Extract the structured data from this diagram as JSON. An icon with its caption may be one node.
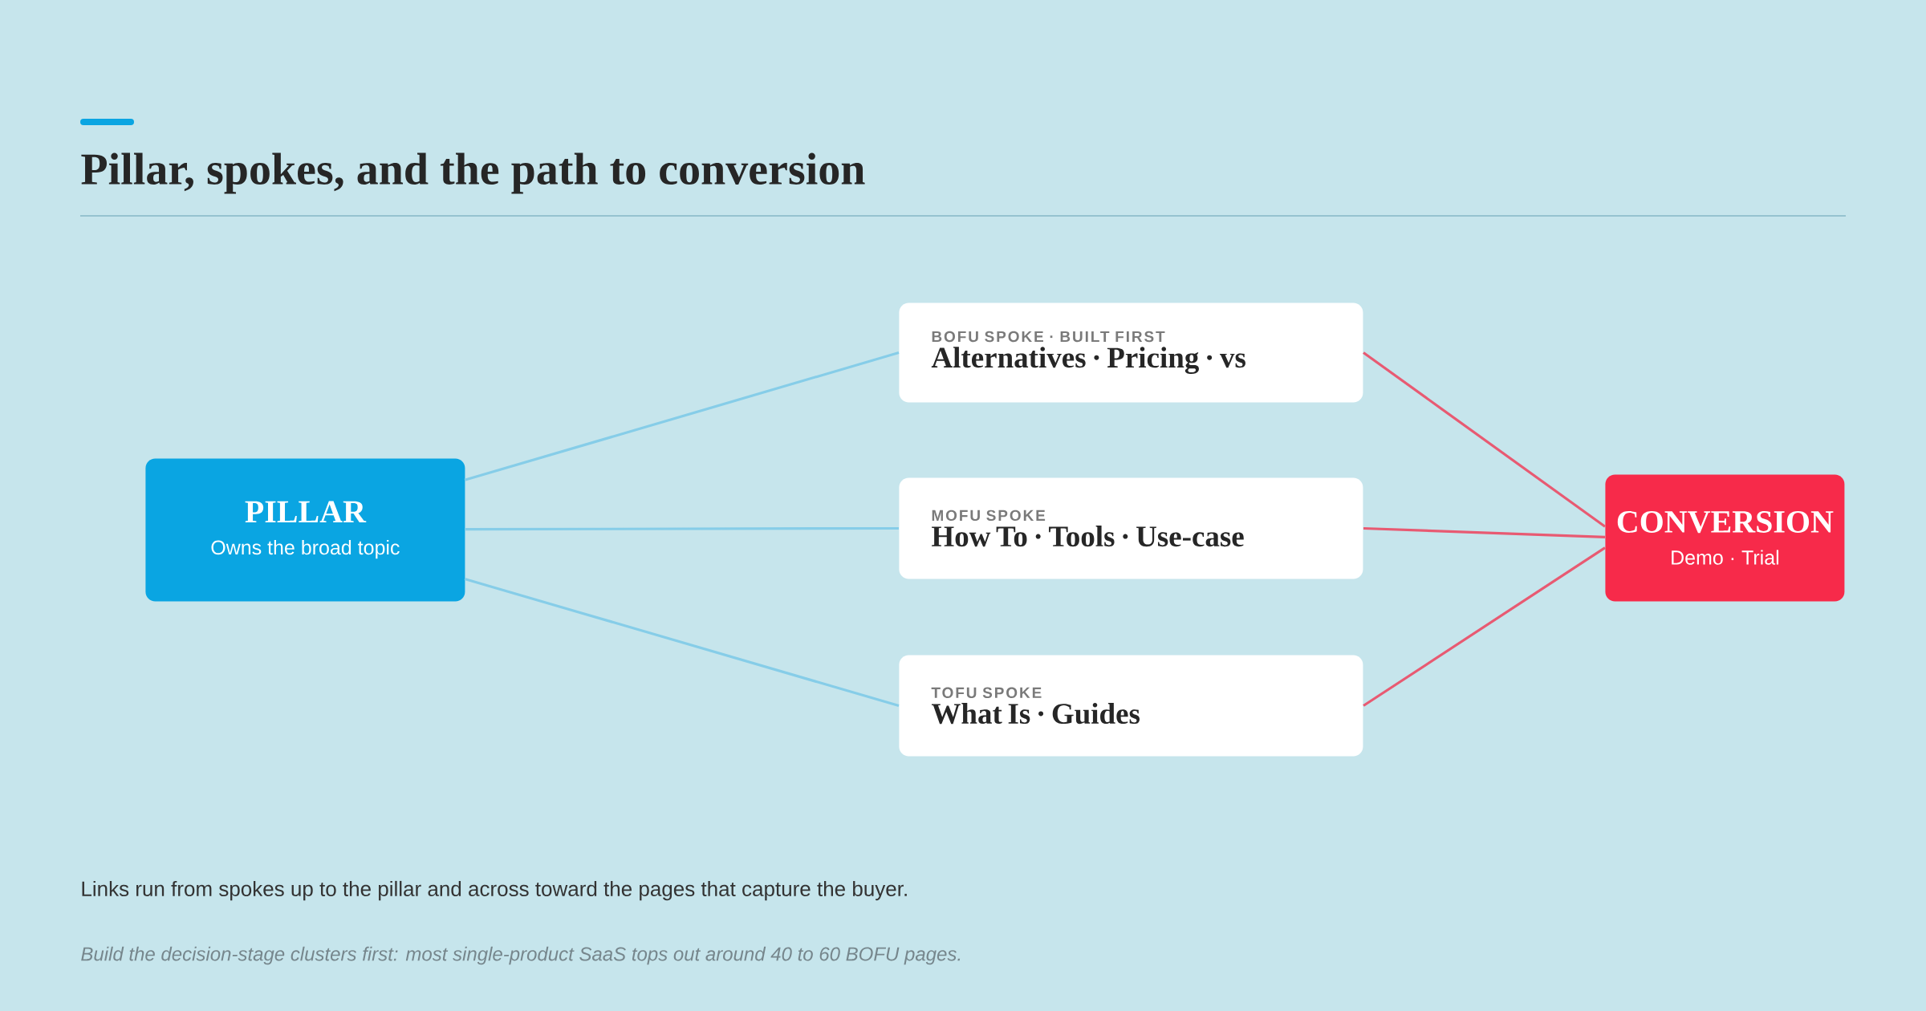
{
  "diagram": {
    "title": "Pillar, spokes, and the path to conversion",
    "nodes": [
      {
        "text": [
          "PILLAR",
          "Owns the broad topic"
        ]
      },
      {
        "text": [
          "BOFU SPOKE · BUILT FIRST",
          "Alternatives · Pricing · vs"
        ]
      },
      {
        "text": [
          "MOFU SPOKE",
          "How To · Tools · Use-case"
        ]
      },
      {
        "text": [
          "TOFU SPOKE",
          "What Is · Guides"
        ]
      },
      {
        "text": [
          "CONVERSION",
          "Demo · Trial"
        ]
      }
    ],
    "edges": [
      {
        "from": 0,
        "to": 1,
        "arrow": "none",
        "color": "#86cde8"
      },
      {
        "from": 0,
        "to": 2,
        "arrow": "none",
        "color": "#86cde8"
      },
      {
        "from": 0,
        "to": 3,
        "arrow": "none",
        "color": "#86cde8"
      },
      {
        "from": 1,
        "to": 4,
        "arrow": "none",
        "color": "#e85a72"
      },
      {
        "from": 2,
        "to": 4,
        "arrow": "none",
        "color": "#e85a72"
      },
      {
        "from": 3,
        "to": 4,
        "arrow": "none",
        "color": "#e85a72"
      }
    ],
    "labels": [
      "Links run from spokes up to the pillar and across toward the pages that capture the buyer.",
      "Build the decision-stage clusters first: most single-product SaaS tops out around 40 to 60 BOFU pages."
    ]
  }
}
